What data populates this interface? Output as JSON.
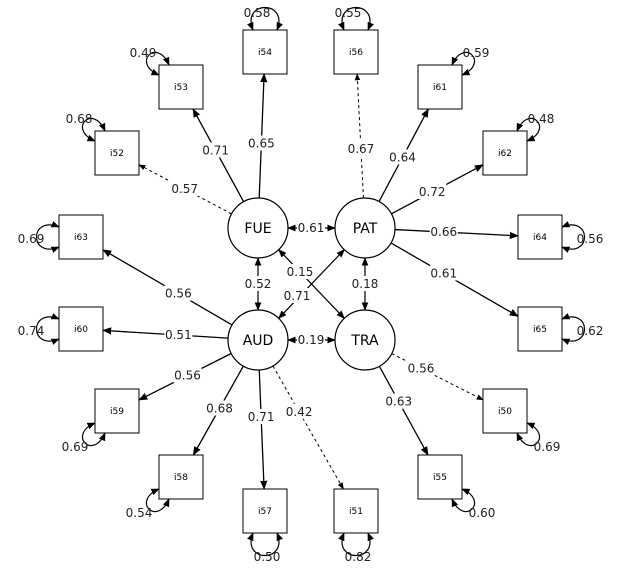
{
  "latents": [
    {
      "id": "FUE",
      "label": "FUE"
    },
    {
      "id": "PAT",
      "label": "PAT"
    },
    {
      "id": "AUD",
      "label": "AUD"
    },
    {
      "id": "TRA",
      "label": "TRA"
    }
  ],
  "indicators": [
    {
      "id": "i54",
      "label": "i54",
      "error": "0.58"
    },
    {
      "id": "i53",
      "label": "i53",
      "error": "0.49"
    },
    {
      "id": "i52",
      "label": "i52",
      "error": "0.68"
    },
    {
      "id": "i63",
      "label": "i63",
      "error": "0.69"
    },
    {
      "id": "i60",
      "label": "i60",
      "error": "0.74"
    },
    {
      "id": "i59",
      "label": "i59",
      "error": "0.69"
    },
    {
      "id": "i58",
      "label": "i58",
      "error": "0.54"
    },
    {
      "id": "i57",
      "label": "i57",
      "error": "0.50"
    },
    {
      "id": "i51",
      "label": "i51",
      "error": "0.82"
    },
    {
      "id": "i56",
      "label": "i56",
      "error": "0.55"
    },
    {
      "id": "i61",
      "label": "i61",
      "error": "0.59"
    },
    {
      "id": "i62",
      "label": "i62",
      "error": "0.48"
    },
    {
      "id": "i64",
      "label": "i64",
      "error": "0.56"
    },
    {
      "id": "i65",
      "label": "i65",
      "error": "0.62"
    },
    {
      "id": "i50",
      "label": "i50",
      "error": "0.69"
    },
    {
      "id": "i55",
      "label": "i55",
      "error": "0.60"
    }
  ],
  "loadings": [
    {
      "from": "FUE",
      "to": "i54",
      "value": "0.65",
      "dashed": false
    },
    {
      "from": "FUE",
      "to": "i53",
      "value": "0.71",
      "dashed": false
    },
    {
      "from": "FUE",
      "to": "i52",
      "value": "0.57",
      "dashed": true
    },
    {
      "from": "AUD",
      "to": "i63",
      "value": "0.56",
      "dashed": false
    },
    {
      "from": "AUD",
      "to": "i60",
      "value": "0.51",
      "dashed": false
    },
    {
      "from": "AUD",
      "to": "i59",
      "value": "0.56",
      "dashed": false
    },
    {
      "from": "AUD",
      "to": "i58",
      "value": "0.68",
      "dashed": false
    },
    {
      "from": "AUD",
      "to": "i57",
      "value": "0.71",
      "dashed": false
    },
    {
      "from": "AUD",
      "to": "i51",
      "value": "0.42",
      "dashed": true
    },
    {
      "from": "PAT",
      "to": "i56",
      "value": "0.67",
      "dashed": true
    },
    {
      "from": "PAT",
      "to": "i61",
      "value": "0.64",
      "dashed": false
    },
    {
      "from": "PAT",
      "to": "i62",
      "value": "0.72",
      "dashed": false
    },
    {
      "from": "PAT",
      "to": "i64",
      "value": "0.66",
      "dashed": false
    },
    {
      "from": "PAT",
      "to": "i65",
      "value": "0.61",
      "dashed": false
    },
    {
      "from": "TRA",
      "to": "i50",
      "value": "0.56",
      "dashed": true
    },
    {
      "from": "TRA",
      "to": "i55",
      "value": "0.63",
      "dashed": false
    }
  ],
  "correlations": [
    {
      "a": "FUE",
      "b": "PAT",
      "value": "0.61"
    },
    {
      "a": "FUE",
      "b": "AUD",
      "value": "0.52"
    },
    {
      "a": "FUE",
      "b": "TRA",
      "value": "0.15"
    },
    {
      "a": "AUD",
      "b": "PAT",
      "value": "0.71"
    },
    {
      "a": "PAT",
      "b": "TRA",
      "value": "0.18"
    },
    {
      "a": "AUD",
      "b": "TRA",
      "value": "0.19"
    }
  ]
}
